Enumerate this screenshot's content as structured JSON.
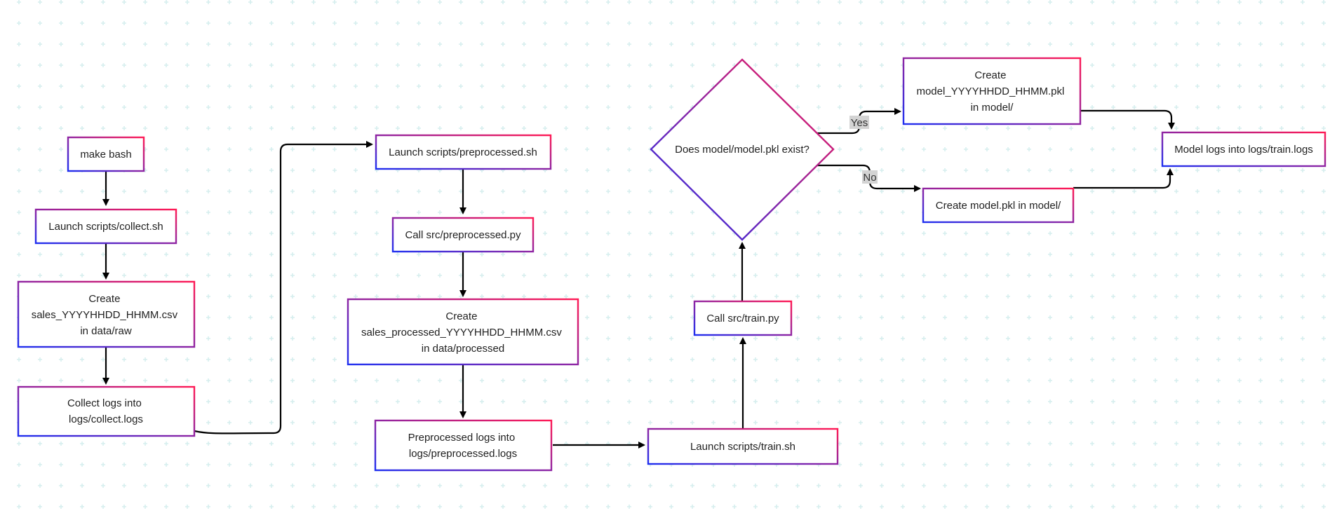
{
  "colors": {
    "background": "#ffffff",
    "grid_plus": "#d6eeee",
    "border_start": "#1f2ff0",
    "border_end": "#ff1a55",
    "edge": "#000000",
    "edge_label_bg": "#d3d3d3"
  },
  "nodes": {
    "make_bash": {
      "lines": [
        "make bash"
      ]
    },
    "launch_collect": {
      "lines": [
        "Launch scripts/collect.sh"
      ]
    },
    "create_sales_raw": {
      "lines": [
        "Create",
        "sales_YYYYHHDD_HHMM.csv",
        "in data/raw"
      ]
    },
    "collect_logs": {
      "lines": [
        "Collect logs into",
        "logs/collect.logs"
      ]
    },
    "launch_preprocessed": {
      "lines": [
        "Launch scripts/preprocessed.sh"
      ]
    },
    "call_preprocessed_py": {
      "lines": [
        "Call src/preprocessed.py"
      ]
    },
    "create_sales_processed": {
      "lines": [
        "Create",
        "sales_processed_YYYYHHDD_HHMM.csv",
        "in data/processed"
      ]
    },
    "preprocessed_logs": {
      "lines": [
        "Preprocessed logs into",
        "logs/preprocessed.logs"
      ]
    },
    "launch_train": {
      "lines": [
        "Launch scripts/train.sh"
      ]
    },
    "call_train_py": {
      "lines": [
        "Call src/train.py"
      ]
    },
    "decision_model_exists": {
      "lines": [
        "Does model/model.pkl exist?"
      ]
    },
    "create_model_timestamped": {
      "lines": [
        "Create",
        "model_YYYYHHDD_HHMM.pkl",
        "in model/"
      ]
    },
    "create_model_pkl": {
      "lines": [
        "Create model.pkl in model/"
      ]
    },
    "model_logs": {
      "lines": [
        "Model logs into logs/train.logs"
      ]
    }
  },
  "edge_labels": {
    "yes": "Yes",
    "no": "No"
  }
}
